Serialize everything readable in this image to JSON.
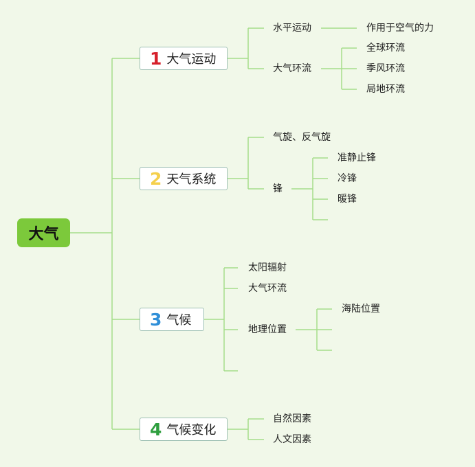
{
  "root": {
    "label": "大气"
  },
  "topics": [
    {
      "number": "1",
      "color": "#d6202b",
      "label": "大气运动",
      "children": [
        {
          "label": "水平运动",
          "children": [
            {
              "label": "作用于空气的力"
            }
          ]
        },
        {
          "label": "大气环流",
          "children": [
            {
              "label": "全球环流"
            },
            {
              "label": "季风环流"
            },
            {
              "label": "局地环流"
            }
          ]
        }
      ]
    },
    {
      "number": "2",
      "color": "#f5d04c",
      "label": "天气系统",
      "children": [
        {
          "label": "气旋、反气旋"
        },
        {
          "label": "锋",
          "children": [
            {
              "label": "准静止锋"
            },
            {
              "label": "冷锋"
            },
            {
              "label": "暖锋"
            },
            {
              "label": ""
            }
          ]
        }
      ]
    },
    {
      "number": "3",
      "color": "#2f8fd8",
      "label": "气候",
      "children": [
        {
          "label": "太阳辐射"
        },
        {
          "label": "大气环流"
        },
        {
          "label": "地理位置",
          "children": [
            {
              "label": "海陆位置"
            },
            {
              "label": ""
            },
            {
              "label": ""
            }
          ]
        },
        {
          "label": ""
        }
      ]
    },
    {
      "number": "4",
      "color": "#2e9e3e",
      "label": "气候变化",
      "children": [
        {
          "label": "自然因素"
        },
        {
          "label": "人文因素"
        }
      ]
    }
  ],
  "colors": {
    "background": "#f1f8e9",
    "line": "#a6dd8a",
    "root_fill": "#7cc93b"
  }
}
